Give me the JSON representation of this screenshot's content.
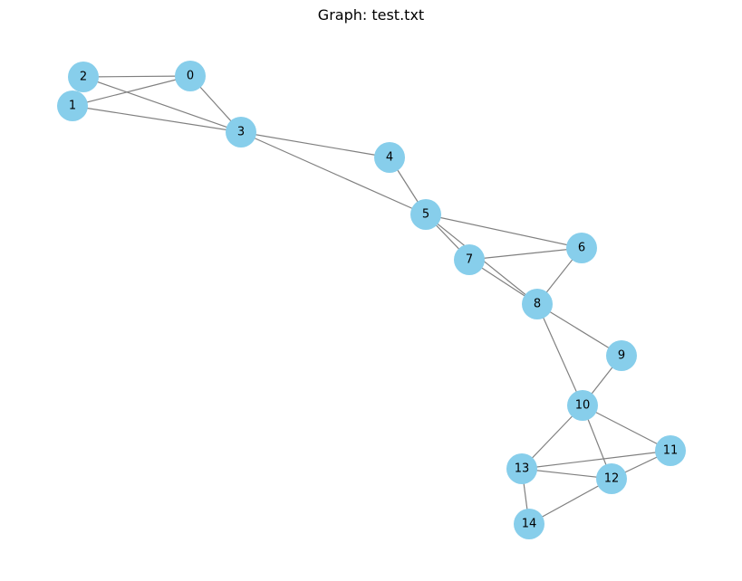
{
  "figure": {
    "title": "Graph: test.txt"
  },
  "graph": {
    "node_color": "#87CEEB",
    "edge_color": "#808080",
    "label_color": "#000000",
    "nodes": [
      {
        "id": "0",
        "label": "0"
      },
      {
        "id": "1",
        "label": "1"
      },
      {
        "id": "2",
        "label": "2"
      },
      {
        "id": "3",
        "label": "3"
      },
      {
        "id": "4",
        "label": "4"
      },
      {
        "id": "5",
        "label": "5"
      },
      {
        "id": "6",
        "label": "6"
      },
      {
        "id": "7",
        "label": "7"
      },
      {
        "id": "8",
        "label": "8"
      },
      {
        "id": "9",
        "label": "9"
      },
      {
        "id": "10",
        "label": "10"
      },
      {
        "id": "11",
        "label": "11"
      },
      {
        "id": "12",
        "label": "12"
      },
      {
        "id": "13",
        "label": "13"
      },
      {
        "id": "14",
        "label": "14"
      }
    ],
    "edges": [
      [
        "0",
        "1"
      ],
      [
        "0",
        "2"
      ],
      [
        "0",
        "3"
      ],
      [
        "1",
        "3"
      ],
      [
        "2",
        "3"
      ],
      [
        "3",
        "4"
      ],
      [
        "3",
        "5"
      ],
      [
        "4",
        "5"
      ],
      [
        "5",
        "6"
      ],
      [
        "5",
        "7"
      ],
      [
        "5",
        "8"
      ],
      [
        "6",
        "7"
      ],
      [
        "6",
        "8"
      ],
      [
        "7",
        "8"
      ],
      [
        "8",
        "9"
      ],
      [
        "8",
        "10"
      ],
      [
        "9",
        "10"
      ],
      [
        "10",
        "11"
      ],
      [
        "10",
        "12"
      ],
      [
        "10",
        "13"
      ],
      [
        "11",
        "12"
      ],
      [
        "11",
        "13"
      ],
      [
        "12",
        "13"
      ],
      [
        "12",
        "14"
      ],
      [
        "13",
        "14"
      ]
    ]
  }
}
